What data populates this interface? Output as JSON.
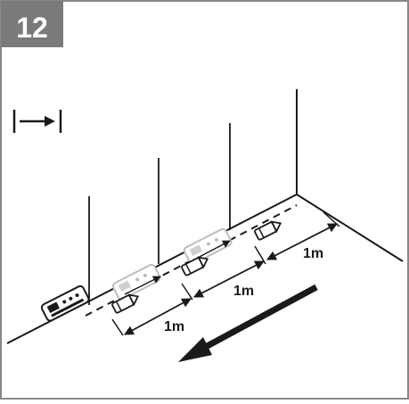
{
  "step": {
    "number": "12",
    "badge_color": "#7a7a7a",
    "badge_text_color": "#ffffff"
  },
  "mode_icon": {
    "name": "single-distance-measurement-icon"
  },
  "labels": {
    "front_segment": "1m",
    "middle_segment": "1m",
    "back_segment": "1m"
  },
  "colors": {
    "line": "#1a1a1a",
    "border": "#888888",
    "device_ghost": "#bdbdbd"
  }
}
